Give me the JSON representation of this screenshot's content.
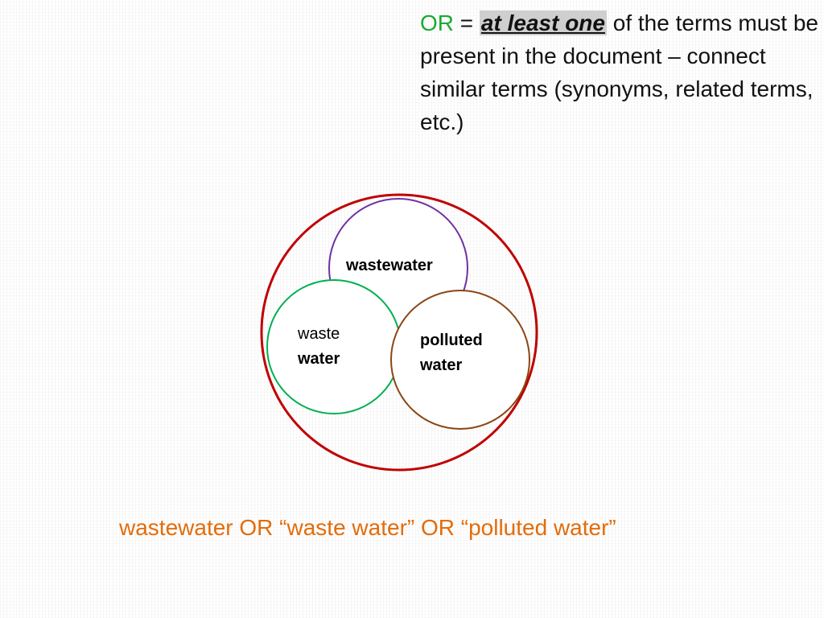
{
  "definition": {
    "or_word": "OR",
    "equals": " = ",
    "emphasis": "at least one",
    "rest": " of the terms must be present in the document – connect similar terms (synonyms, related terms, etc.)"
  },
  "diagram": {
    "circles": [
      {
        "id": "outer",
        "label": "",
        "color": "#c00000"
      },
      {
        "id": "wastewater",
        "label_lines": [
          "wastewater"
        ],
        "bold": [
          true
        ],
        "color": "#7030a0"
      },
      {
        "id": "waste-water",
        "label_lines": [
          "waste",
          "water"
        ],
        "bold": [
          false,
          true
        ],
        "color": "#00b050"
      },
      {
        "id": "polluted-water",
        "label_lines": [
          "polluted",
          "water"
        ],
        "bold": [
          true,
          true
        ],
        "color": "#8b4513"
      }
    ]
  },
  "query": {
    "text": "wastewater OR “waste water” OR “polluted water”",
    "color": "#e36c0a"
  }
}
